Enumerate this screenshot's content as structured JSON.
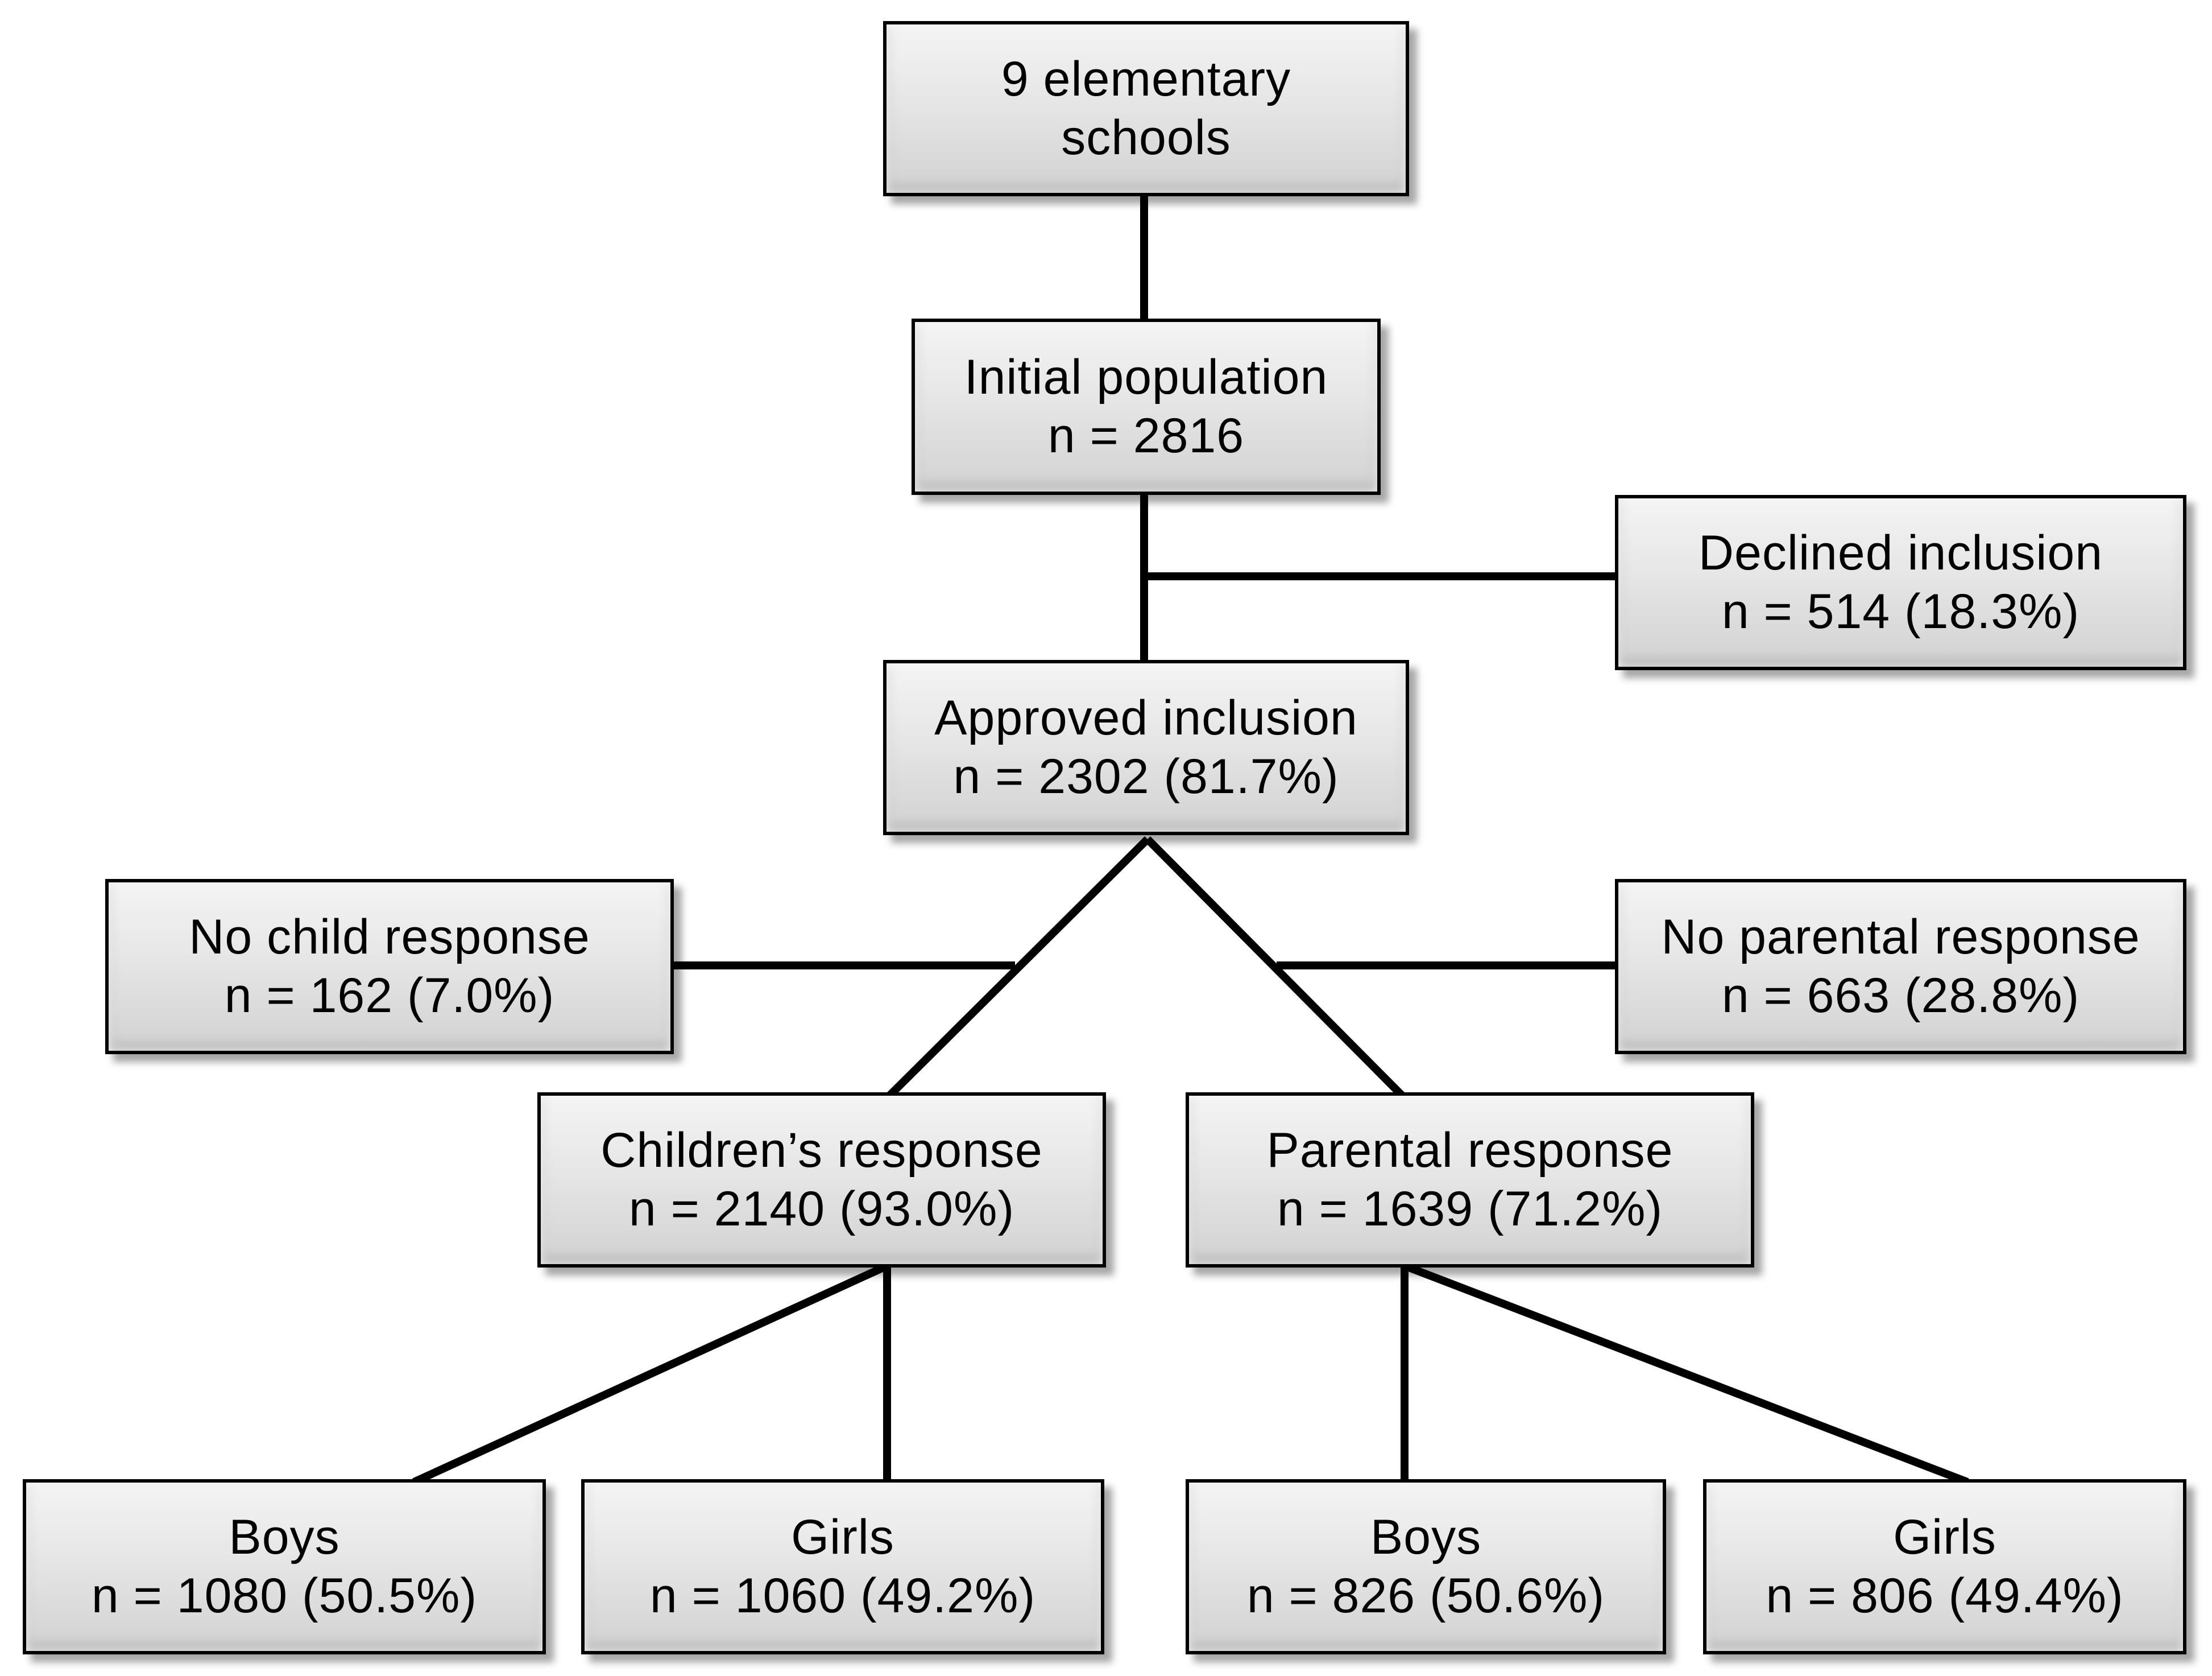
{
  "nodes": {
    "schools": {
      "line1": "9 elementary",
      "line2": "schools"
    },
    "initial": {
      "line1": "Initial  population",
      "line2": "n = 2816"
    },
    "declined": {
      "line1": "Declined inclusion",
      "line2": "n = 514 (18.3%)"
    },
    "approved": {
      "line1": "Approved inclusion",
      "line2": "n = 2302 (81.7%)"
    },
    "no_child": {
      "line1": "No child response",
      "line2": "n = 162 (7.0%)"
    },
    "no_parent": {
      "line1": "No parental response",
      "line2": "n = 663 (28.8%)"
    },
    "children": {
      "line1": "Children’s response",
      "line2": "n = 2140 (93.0%)"
    },
    "parental": {
      "line1": "Parental response",
      "line2": "n = 1639 (71.2%)"
    },
    "boys_c": {
      "line1": "Boys",
      "line2": "n = 1080 (50.5%)"
    },
    "girls_c": {
      "line1": "Girls",
      "line2": "n = 1060 (49.2%)"
    },
    "boys_p": {
      "line1": "Boys",
      "line2": "n = 826 (50.6%)"
    },
    "girls_p": {
      "line1": "Girls",
      "line2": "n = 806 (49.4%)"
    }
  },
  "colors": {
    "box_fill": "#e4e4e4",
    "border": "#000000",
    "line": "#000000"
  }
}
